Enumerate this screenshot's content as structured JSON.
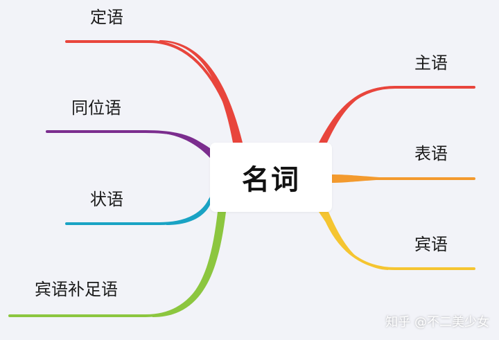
{
  "center": {
    "label": "名词"
  },
  "branches": {
    "attributive": {
      "label": "定语",
      "color": "#e8453c"
    },
    "appositive": {
      "label": "同位语",
      "color": "#7b2d8e"
    },
    "adverbial": {
      "label": "状语",
      "color": "#1aa3c4"
    },
    "obj_complement": {
      "label": "宾语补足语",
      "color": "#8cc63f"
    },
    "subject": {
      "label": "主语",
      "color": "#e8453c"
    },
    "predicative": {
      "label": "表语",
      "color": "#f39a2e"
    },
    "object": {
      "label": "宾语",
      "color": "#f5c531"
    }
  },
  "watermark": "知乎 @不二美少女"
}
